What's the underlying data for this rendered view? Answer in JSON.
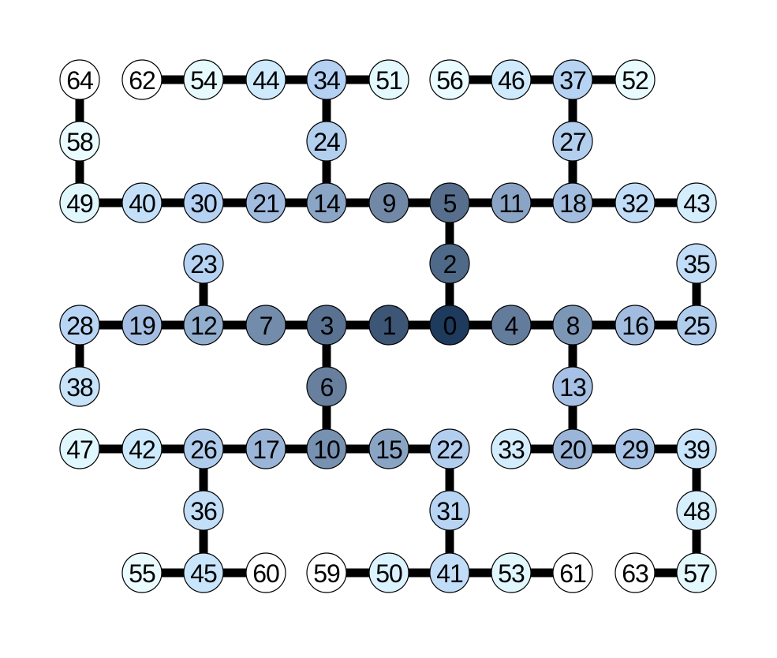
{
  "graph": {
    "nodes": [
      {
        "id": "64",
        "fill": "#ffffff"
      },
      {
        "id": "62",
        "fill": "#ffffff"
      },
      {
        "id": "54",
        "fill": "#e7fbff"
      },
      {
        "id": "44",
        "fill": "#cfeafd"
      },
      {
        "id": "34",
        "fill": "#b4d0f2"
      },
      {
        "id": "51",
        "fill": "#e4f9fe"
      },
      {
        "id": "56",
        "fill": "#eafcff"
      },
      {
        "id": "46",
        "fill": "#cfeafd"
      },
      {
        "id": "37",
        "fill": "#b6d3f3"
      },
      {
        "id": "52",
        "fill": "#e9fbff"
      },
      {
        "id": "58",
        "fill": "#eafcff"
      },
      {
        "id": "24",
        "fill": "#b2cfee"
      },
      {
        "id": "27",
        "fill": "#b2cfee"
      },
      {
        "id": "49",
        "fill": "#e1f7fe"
      },
      {
        "id": "40",
        "fill": "#c4e0f9"
      },
      {
        "id": "30",
        "fill": "#b5d1f3"
      },
      {
        "id": "21",
        "fill": "#a1bcdf"
      },
      {
        "id": "14",
        "fill": "#8aa5c5"
      },
      {
        "id": "9",
        "fill": "#7189a7"
      },
      {
        "id": "5",
        "fill": "#576f8c"
      },
      {
        "id": "11",
        "fill": "#89a4c4"
      },
      {
        "id": "18",
        "fill": "#a2bde0"
      },
      {
        "id": "32",
        "fill": "#c1ddf8"
      },
      {
        "id": "43",
        "fill": "#d4eefd"
      },
      {
        "id": "2",
        "fill": "#4f6a89"
      },
      {
        "id": "23",
        "fill": "#b6d3f4"
      },
      {
        "id": "35",
        "fill": "#c1ddf8"
      },
      {
        "id": "28",
        "fill": "#b9d5f5"
      },
      {
        "id": "19",
        "fill": "#a3bee2"
      },
      {
        "id": "12",
        "fill": "#92aecf"
      },
      {
        "id": "7",
        "fill": "#738cab"
      },
      {
        "id": "3",
        "fill": "#5a7291"
      },
      {
        "id": "1",
        "fill": "#3d5676"
      },
      {
        "id": "0",
        "fill": "#1e3a5c"
      },
      {
        "id": "4",
        "fill": "#647c9b"
      },
      {
        "id": "8",
        "fill": "#7c96b6"
      },
      {
        "id": "16",
        "fill": "#a1bcdf"
      },
      {
        "id": "25",
        "fill": "#b1cded"
      },
      {
        "id": "38",
        "fill": "#c7e3fa"
      },
      {
        "id": "6",
        "fill": "#687f9e"
      },
      {
        "id": "13",
        "fill": "#a6c1e5"
      },
      {
        "id": "47",
        "fill": "#e0f7fe"
      },
      {
        "id": "42",
        "fill": "#cde9fc"
      },
      {
        "id": "26",
        "fill": "#b0ccec"
      },
      {
        "id": "17",
        "fill": "#9ab5d7"
      },
      {
        "id": "10",
        "fill": "#7791b0"
      },
      {
        "id": "15",
        "fill": "#8aa5c4"
      },
      {
        "id": "22",
        "fill": "#b2ceef"
      },
      {
        "id": "33",
        "fill": "#d3edfd"
      },
      {
        "id": "20",
        "fill": "#9ab5d7"
      },
      {
        "id": "29",
        "fill": "#a7c3e6"
      },
      {
        "id": "39",
        "fill": "#c9e5fb"
      },
      {
        "id": "36",
        "fill": "#c3dff8"
      },
      {
        "id": "31",
        "fill": "#b7d4f4"
      },
      {
        "id": "48",
        "fill": "#d7f0fd"
      },
      {
        "id": "55",
        "fill": "#eafcff"
      },
      {
        "id": "45",
        "fill": "#c9e5fb"
      },
      {
        "id": "60",
        "fill": "#ffffff"
      },
      {
        "id": "59",
        "fill": "#ffffff"
      },
      {
        "id": "50",
        "fill": "#dbf3fe"
      },
      {
        "id": "41",
        "fill": "#c1ddf8"
      },
      {
        "id": "53",
        "fill": "#e1f7fe"
      },
      {
        "id": "61",
        "fill": "#ffffff"
      },
      {
        "id": "63",
        "fill": "#ffffff"
      },
      {
        "id": "57",
        "fill": "#e4f9fe"
      }
    ],
    "edges": [
      [
        "62",
        "54"
      ],
      [
        "54",
        "44"
      ],
      [
        "44",
        "34"
      ],
      [
        "34",
        "51"
      ],
      [
        "56",
        "46"
      ],
      [
        "46",
        "37"
      ],
      [
        "37",
        "52"
      ],
      [
        "64",
        "58"
      ],
      [
        "58",
        "49"
      ],
      [
        "34",
        "24"
      ],
      [
        "24",
        "14"
      ],
      [
        "37",
        "27"
      ],
      [
        "27",
        "18"
      ],
      [
        "49",
        "40"
      ],
      [
        "40",
        "30"
      ],
      [
        "30",
        "21"
      ],
      [
        "21",
        "14"
      ],
      [
        "14",
        "9"
      ],
      [
        "9",
        "5"
      ],
      [
        "5",
        "11"
      ],
      [
        "11",
        "18"
      ],
      [
        "18",
        "32"
      ],
      [
        "32",
        "43"
      ],
      [
        "5",
        "2"
      ],
      [
        "2",
        "0"
      ],
      [
        "23",
        "12"
      ],
      [
        "35",
        "25"
      ],
      [
        "28",
        "19"
      ],
      [
        "19",
        "12"
      ],
      [
        "12",
        "7"
      ],
      [
        "7",
        "3"
      ],
      [
        "3",
        "1"
      ],
      [
        "1",
        "0"
      ],
      [
        "0",
        "4"
      ],
      [
        "4",
        "8"
      ],
      [
        "8",
        "16"
      ],
      [
        "16",
        "25"
      ],
      [
        "28",
        "38"
      ],
      [
        "3",
        "6"
      ],
      [
        "6",
        "10"
      ],
      [
        "8",
        "13"
      ],
      [
        "13",
        "20"
      ],
      [
        "47",
        "42"
      ],
      [
        "42",
        "26"
      ],
      [
        "26",
        "17"
      ],
      [
        "17",
        "10"
      ],
      [
        "10",
        "15"
      ],
      [
        "15",
        "22"
      ],
      [
        "33",
        "20"
      ],
      [
        "20",
        "29"
      ],
      [
        "29",
        "39"
      ],
      [
        "26",
        "36"
      ],
      [
        "36",
        "45"
      ],
      [
        "22",
        "31"
      ],
      [
        "31",
        "41"
      ],
      [
        "39",
        "48"
      ],
      [
        "48",
        "57"
      ],
      [
        "55",
        "45"
      ],
      [
        "45",
        "60"
      ],
      [
        "59",
        "50"
      ],
      [
        "50",
        "41"
      ],
      [
        "41",
        "53"
      ],
      [
        "53",
        "61"
      ],
      [
        "63",
        "57"
      ]
    ]
  }
}
